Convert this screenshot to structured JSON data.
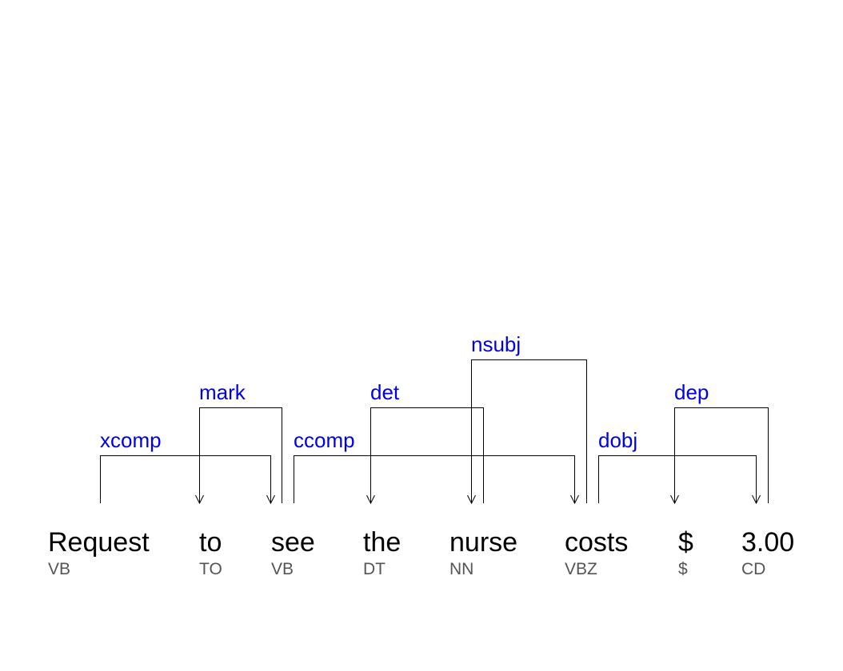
{
  "colors": {
    "background": "#ffffff",
    "word": "#000000",
    "tag": "#555555",
    "relation": "#0000ee",
    "arc": "#000000"
  },
  "tokens": [
    {
      "word": "Request",
      "tag": "VB"
    },
    {
      "word": "to",
      "tag": "TO"
    },
    {
      "word": "see",
      "tag": "VB"
    },
    {
      "word": "the",
      "tag": "DT"
    },
    {
      "word": "nurse",
      "tag": "NN"
    },
    {
      "word": "costs",
      "tag": "VBZ"
    },
    {
      "word": "$",
      "tag": "$"
    },
    {
      "word": "3.00",
      "tag": "CD"
    }
  ],
  "arcs": [
    {
      "label": "xcomp",
      "head": 0,
      "dependent": 2
    },
    {
      "label": "mark",
      "head": 2,
      "dependent": 1
    },
    {
      "label": "ccomp",
      "head": 2,
      "dependent": 5
    },
    {
      "label": "det",
      "head": 4,
      "dependent": 3
    },
    {
      "label": "nsubj",
      "head": 5,
      "dependent": 4
    },
    {
      "label": "dobj",
      "head": 5,
      "dependent": 7
    },
    {
      "label": "dep",
      "head": 7,
      "dependent": 6
    }
  ]
}
